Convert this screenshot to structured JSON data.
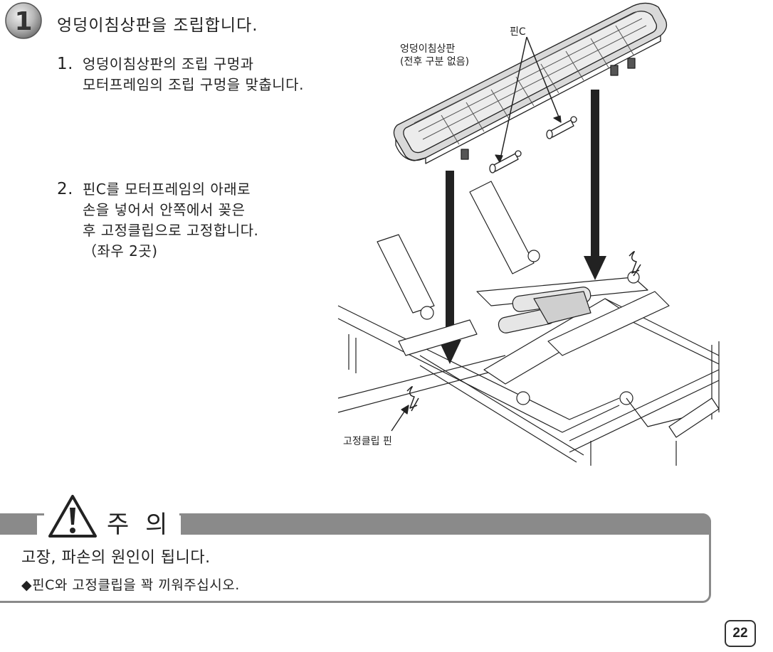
{
  "step": {
    "number": "1",
    "title": "엉덩이침상판을 조립합니다."
  },
  "instructions": [
    {
      "num": "1.",
      "lines": [
        "엉덩이침상판의 조립 구멍과",
        "모터프레임의 조립 구멍을 맞춥니다."
      ]
    },
    {
      "num": "2.",
      "lines": [
        "핀C를 모터프레임의 아래로",
        "손을 넣어서 안쪽에서 꽂은",
        "후 고정클립으로 고정합니다.",
        "（좌우 2곳)"
      ]
    }
  ],
  "figure": {
    "label_board_line1": "엉덩이침상판",
    "label_board_line2": "(전후 구분 없음)",
    "label_pin": "핀C",
    "label_clip": "고정클립 핀"
  },
  "caution": {
    "title": "주 의",
    "text1": "고장, 파손의 원인이 됩니다.",
    "text2": "◆핀C와 고정클립을 꽉 끼워주십시오."
  },
  "page_number": "22",
  "colors": {
    "caution_bar": "#8a8a8a",
    "badge_fill": "#9a9a9a"
  }
}
